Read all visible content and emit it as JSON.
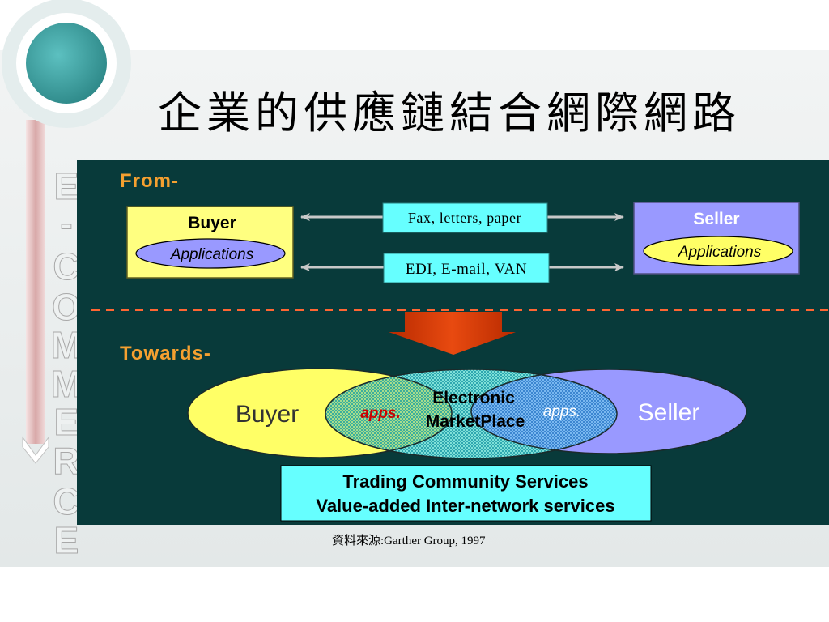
{
  "title": "企業的供應鏈結合網際網路",
  "side_letters": [
    "E",
    "-",
    "C",
    "O",
    "M",
    "M",
    "E",
    "R",
    "C",
    "E"
  ],
  "from": {
    "label": "From-",
    "buyer": {
      "title": "Buyer",
      "applications": "Applications"
    },
    "seller": {
      "title": "Seller",
      "applications": "Applications"
    },
    "channels": [
      "Fax, letters, paper",
      "EDI, E-mail, VAN"
    ]
  },
  "towards": {
    "label": "Towards-",
    "buyer": "Buyer",
    "buyer_apps": "apps.",
    "marketplace": [
      "Electronic",
      "MarketPlace"
    ],
    "seller_apps": "apps.",
    "seller": "Seller",
    "services": [
      "Trading Community Services",
      "Value-added Inter-network services"
    ]
  },
  "source": "資料來源:Garther Group, 1997",
  "colors": {
    "panel": "#083a3a",
    "heading": "#f5a030",
    "buyer": "#ffff80",
    "seller": "#9999ff",
    "channel_label": "#66ffff",
    "transition_arrow": "#cc3300",
    "apps_text": "#cc0000",
    "teal_circle": "#3a9c9c"
  }
}
